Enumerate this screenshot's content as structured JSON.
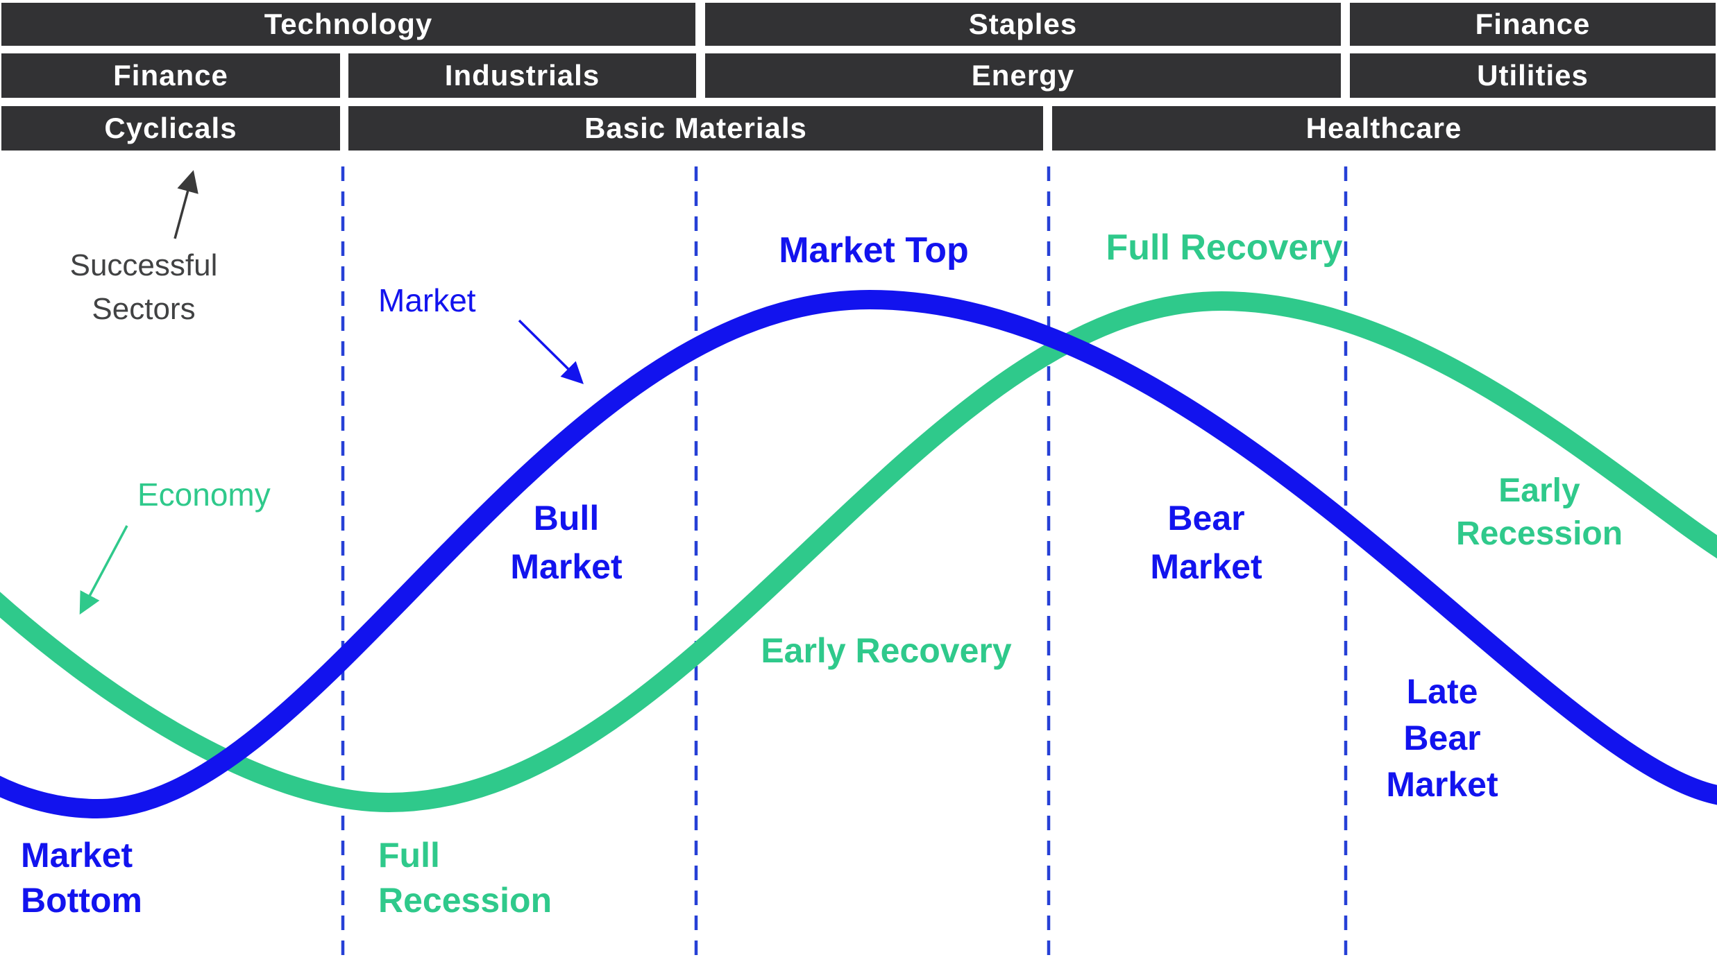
{
  "palette": {
    "market_blue": "#1213ee",
    "economy_green": "#2fc98b",
    "dashed_divider_blue": "#2640d6",
    "bar_background": "#323234",
    "bar_text": "#ffffff",
    "annotation_gray": "#414243",
    "arrow_black": "#3a3a3a"
  },
  "sector_rows": {
    "row1": {
      "technology": "Technology",
      "staples": "Staples",
      "finance": "Finance"
    },
    "row2": {
      "finance": "Finance",
      "industrials": "Industrials",
      "energy": "Energy",
      "utilities": "Utilities"
    },
    "row3": {
      "cyclicals": "Cyclicals",
      "basic_materials": "Basic Materials",
      "healthcare": "Healthcare"
    }
  },
  "annotations": {
    "successful_sectors_line1": "Successful",
    "successful_sectors_line2": "Sectors",
    "market_curve_label": "Market",
    "economy_curve_label": "Economy"
  },
  "phases": {
    "market_top": "Market Top",
    "full_recovery": "Full Recovery",
    "bull_market_line1": "Bull",
    "bull_market_line2": "Market",
    "bear_market_line1": "Bear",
    "bear_market_line2": "Market",
    "early_recession_line1": "Early",
    "early_recession_line2": "Recession",
    "early_recovery": "Early Recovery",
    "late_bear_market_line1": "Late",
    "late_bear_market_line2": "Bear",
    "late_bear_market_line3": "Market",
    "market_bottom_line1": "Market",
    "market_bottom_line2": "Bottom",
    "full_recession_line1": "Full",
    "full_recession_line2": "Recession"
  },
  "curves": {
    "market_series_name": "Market",
    "economy_series_name": "Economy"
  }
}
